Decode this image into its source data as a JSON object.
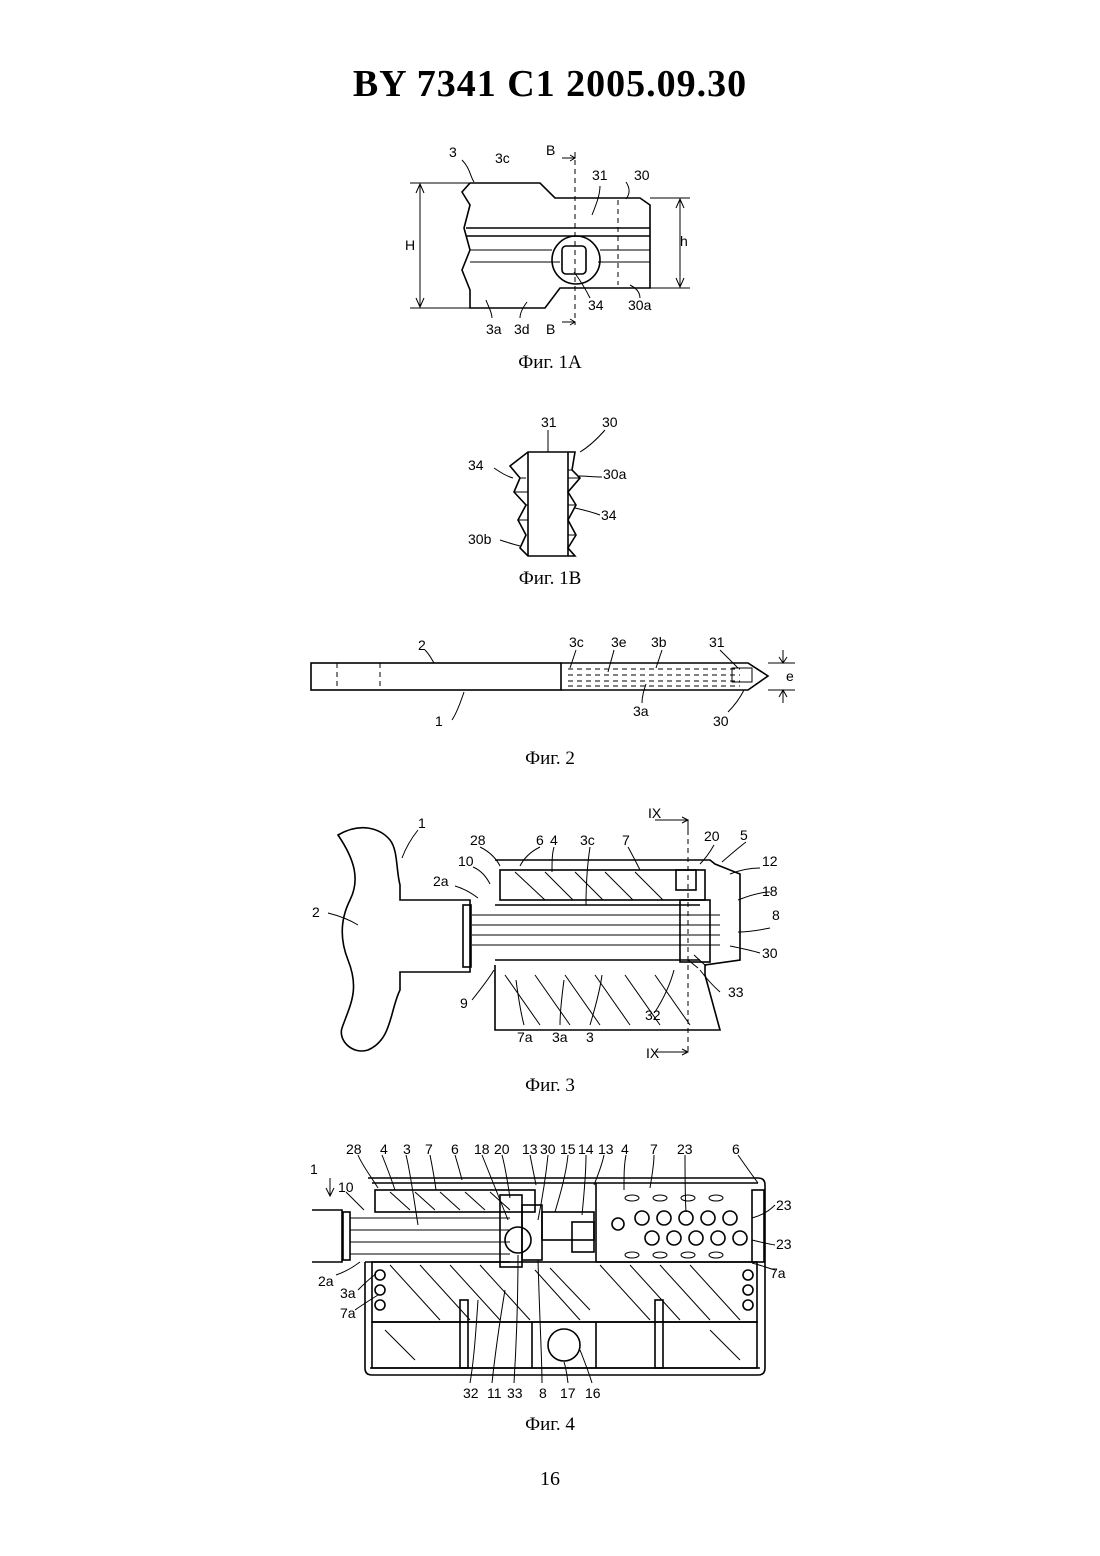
{
  "header": {
    "title": "BY  7341  C1  2005.09.30"
  },
  "figures": [
    {
      "id": "fig1a",
      "caption": "Фиг. 1А",
      "labels": [
        "3",
        "3c",
        "B",
        "31",
        "30",
        "H",
        "h",
        "3a",
        "3d",
        "B",
        "34",
        "30a"
      ]
    },
    {
      "id": "fig1b",
      "caption": "Фиг. 1В",
      "labels": [
        "31",
        "30",
        "34",
        "30a",
        "34",
        "30b"
      ]
    },
    {
      "id": "fig2",
      "caption": "Фиг. 2",
      "labels": [
        "2",
        "3c",
        "3e",
        "3b",
        "31",
        "e",
        "1",
        "3a",
        "30"
      ]
    },
    {
      "id": "fig3",
      "caption": "Фиг. 3",
      "labels": [
        "IX",
        "1",
        "28",
        "6",
        "4",
        "3c",
        "7",
        "20",
        "5",
        "10",
        "12",
        "2a",
        "18",
        "8",
        "2",
        "30",
        "9",
        "33",
        "32",
        "7a",
        "3a",
        "3",
        "IX"
      ]
    },
    {
      "id": "fig4",
      "caption": "Фиг. 4",
      "labels": [
        "28",
        "4",
        "3",
        "7",
        "6",
        "18",
        "20",
        "13",
        "30",
        "15",
        "14",
        "13",
        "4",
        "7",
        "23",
        "6",
        "1",
        "10",
        "23",
        "23",
        "2a",
        "3a",
        "7a",
        "7a",
        "32",
        "11",
        "33",
        "8",
        "17",
        "16"
      ]
    }
  ],
  "footer": {
    "page_number": "16"
  }
}
